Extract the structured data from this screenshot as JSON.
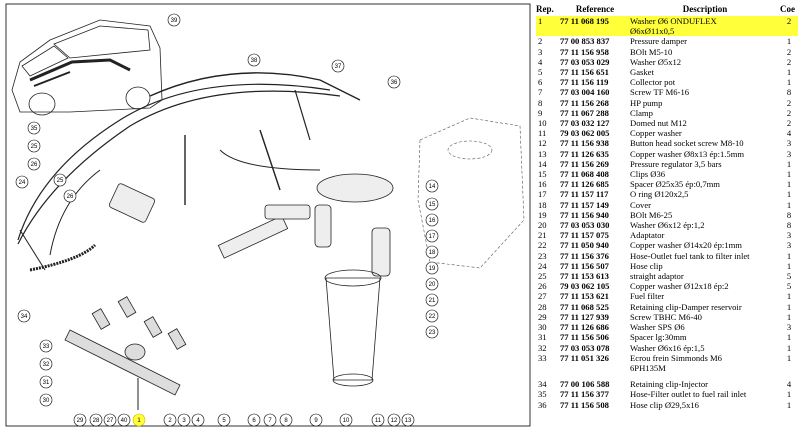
{
  "table": {
    "headers": {
      "rep": "Rep.",
      "ref": "Reference",
      "desc": "Description",
      "qty": "Coe"
    },
    "rows": [
      {
        "rep": "1",
        "ref": "77 11 068 195",
        "desc": "Washer Ø6 ONDUFLEX",
        "qty": "2"
      },
      {
        "rep": "",
        "ref": "",
        "desc": "Ø6xØ11x0,5",
        "qty": ""
      },
      {
        "rep": "2",
        "ref": "77 00 853 837",
        "desc": "Pressure damper",
        "qty": "1"
      },
      {
        "rep": "3",
        "ref": "77 11 156 958",
        "desc": "BOlt M5-10",
        "qty": "2"
      },
      {
        "rep": "4",
        "ref": "77 03 053 029",
        "desc": "Washer Ø5x12",
        "qty": "2"
      },
      {
        "rep": "5",
        "ref": "77 11 156 651",
        "desc": "Gasket",
        "qty": "1"
      },
      {
        "rep": "6",
        "ref": "77 11 156 119",
        "desc": "Collector pot",
        "qty": "1"
      },
      {
        "rep": "7",
        "ref": "77 03 004 160",
        "desc": "Screw TF M6-16",
        "qty": "8"
      },
      {
        "rep": "8",
        "ref": "77 11 156 268",
        "desc": "HP pump",
        "qty": "2"
      },
      {
        "rep": "9",
        "ref": "77 11 067 288",
        "desc": "Clamp",
        "qty": "2"
      },
      {
        "rep": "10",
        "ref": "77 03 032 127",
        "desc": "Domed nut M12",
        "qty": "2"
      },
      {
        "rep": "11",
        "ref": "79 03 062 005",
        "desc": "Copper washer",
        "qty": "4"
      },
      {
        "rep": "12",
        "ref": "77 11 156 938",
        "desc": "Button head socket screw M8-10",
        "qty": "3"
      },
      {
        "rep": "13",
        "ref": "77 11 126 635",
        "desc": "Copper washer Ø8x13 ép:1.5mm",
        "qty": "3"
      },
      {
        "rep": "14",
        "ref": "77 11 156 269",
        "desc": "Pressure regulator 3,5 bars",
        "qty": "1"
      },
      {
        "rep": "15",
        "ref": "77 11 068 408",
        "desc": "Clips Ø36",
        "qty": "1"
      },
      {
        "rep": "16",
        "ref": "77 11 126 685",
        "desc": "Spacer Ø25x35 ép:0,7mm",
        "qty": "1"
      },
      {
        "rep": "17",
        "ref": "77 11 157 117",
        "desc": "O ring Ø120x2,5",
        "qty": "1"
      },
      {
        "rep": "18",
        "ref": "77 11 157 149",
        "desc": "Cover",
        "qty": "1"
      },
      {
        "rep": "19",
        "ref": "77 11 156 940",
        "desc": "BOlt M6-25",
        "qty": "8"
      },
      {
        "rep": "20",
        "ref": "77 03 053 030",
        "desc": "Washer Ø6x12 ép:1,2",
        "qty": "8"
      },
      {
        "rep": "21",
        "ref": "77 11 157 075",
        "desc": "Adaptator",
        "qty": "3"
      },
      {
        "rep": "22",
        "ref": "77 11 050 940",
        "desc": "Copper washer Ø14x20 ép:1mm",
        "qty": "3"
      },
      {
        "rep": "23",
        "ref": "77 11 156 376",
        "desc": "Hose-Outlet fuel tank to filter inlet",
        "qty": "1"
      },
      {
        "rep": "24",
        "ref": "77 11 156 507",
        "desc": "Hose clip",
        "qty": "1"
      },
      {
        "rep": "25",
        "ref": "77 11 153 613",
        "desc": "straight adaptor",
        "qty": "5"
      },
      {
        "rep": "26",
        "ref": "79 03 062 105",
        "desc": "Copper washer Ø12x18 ép:2",
        "qty": "5"
      },
      {
        "rep": "27",
        "ref": "77 11 153 621",
        "desc": "Fuel filter",
        "qty": "1"
      },
      {
        "rep": "28",
        "ref": "77 11 068 525",
        "desc": "Retaining clip-Damper reservoir",
        "qty": "1"
      },
      {
        "rep": "29",
        "ref": "77 11 127 939",
        "desc": "Screw TBHC M6-40",
        "qty": "1"
      },
      {
        "rep": "30",
        "ref": "77 11 126 686",
        "desc": "Washer SPS Ø6",
        "qty": "3"
      },
      {
        "rep": "31",
        "ref": "77 11 156 506",
        "desc": "Spacer lg:30mm",
        "qty": "1"
      },
      {
        "rep": "32",
        "ref": "77 03 053 078",
        "desc": "Washer Ø6x16 ép:1,5",
        "qty": "1"
      },
      {
        "rep": "33",
        "ref": "77 11 051 326",
        "desc": "Ecrou frein Simmonds M6",
        "qty": "1"
      },
      {
        "rep": "",
        "ref": "",
        "desc": "6PH135M",
        "qty": ""
      },
      {
        "gap": true
      },
      {
        "rep": "34",
        "ref": "77 00 106 588",
        "desc": "Retaining clip-Injector",
        "qty": "4"
      },
      {
        "rep": "35",
        "ref": "77 11 156 377",
        "desc": "Hose-Filter outlet to fuel rail inlet",
        "qty": "1"
      },
      {
        "rep": "36",
        "ref": "77 11 156 508",
        "desc": "Hose clip Ø29,5x16",
        "qty": "1"
      }
    ]
  },
  "diagram": {
    "callouts_top": [
      "39",
      "38",
      "37",
      "36"
    ],
    "callouts_left": [
      "35",
      "25",
      "26",
      "24",
      "25",
      "26",
      "34",
      "33",
      "32",
      "31",
      "30"
    ],
    "callouts_bottom": [
      "29",
      "28",
      "27",
      "40",
      "1",
      "2",
      "3",
      "4",
      "5",
      "6",
      "7",
      "8",
      "9",
      "10",
      "11",
      "12",
      "13"
    ],
    "callouts_right": [
      "14",
      "15",
      "16",
      "17",
      "18",
      "19",
      "20",
      "21",
      "22",
      "23"
    ]
  }
}
